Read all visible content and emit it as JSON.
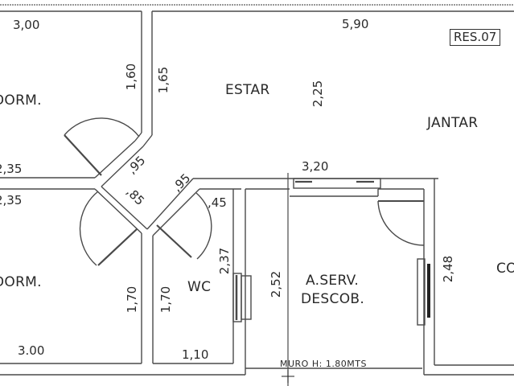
{
  "plan": {
    "stamp": "RES.07",
    "colors": {
      "wall": "#4a4a4a",
      "background": "#ffffff",
      "text": "#2a2a2a"
    },
    "rooms": {
      "dorm_top": "DORM.",
      "dorm_bottom": "DORM.",
      "estar": "ESTAR",
      "jantar": "JANTAR",
      "wc": "WC",
      "aserv_line1": "A.SERV.",
      "aserv_line2": "DESCOB.",
      "cozinha_partial": "CO"
    },
    "dimensions": {
      "dorm_top_width": "3,00",
      "dorm_top_right_wall": "1,60",
      "estar_left_wall": "1,65",
      "estar_width": "5,90",
      "estar_depth": "2,25",
      "dorm_top_bottom": "2,35",
      "dorm_bottom_top": "2,35",
      "door_dorm_top": ",95",
      "door_dorm_bottom": ",85",
      "door_wc": ",95",
      "wc_door_side": ",45",
      "wc_height": "2,37",
      "dorm_bottom_right_wall": "1,70",
      "wc_left_wall": "1,70",
      "dorm_bottom_width": "3.00",
      "wc_width": "1,10",
      "aserv_height": "2,52",
      "aserv_width": "3,20",
      "cozinha_left_wall": "2,48"
    },
    "notes": {
      "wall_height": "MURO H: 1.80MTS"
    }
  }
}
